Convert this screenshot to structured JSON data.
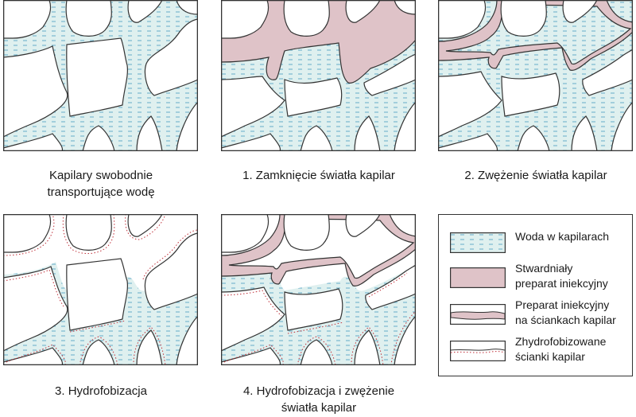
{
  "captions": {
    "p0": [
      "Kapilary swobodnie",
      "transportujące wodę"
    ],
    "p1": [
      "1. Zamknięcie światła kapilar"
    ],
    "p2": [
      "2. Zwężenie światła kapilar"
    ],
    "p3": [
      "3. Hydrofobizacja"
    ],
    "p4": [
      "4. Hydrofobizacja i zwężenie",
      "światła kapilar"
    ]
  },
  "legend": [
    {
      "label1": "Woda w kapilarach",
      "label2": "",
      "kind": "water"
    },
    {
      "label1": "Stwardniały",
      "label2": "preparat iniekcyjny",
      "kind": "hardened"
    },
    {
      "label1": "Preparat iniekcyjny",
      "label2": "na ściankach kapilar",
      "kind": "coating"
    },
    {
      "label1": "Zhydrofobizowane",
      "label2": "ścianki kapilar",
      "kind": "hydrophobic"
    }
  ],
  "colors": {
    "water_fill": "#dff0ef",
    "water_dash": "#58a6c4",
    "preparation_fill": "#dfc3c8",
    "hydrophobic_dots": "#c0303a",
    "outline": "#333333"
  }
}
